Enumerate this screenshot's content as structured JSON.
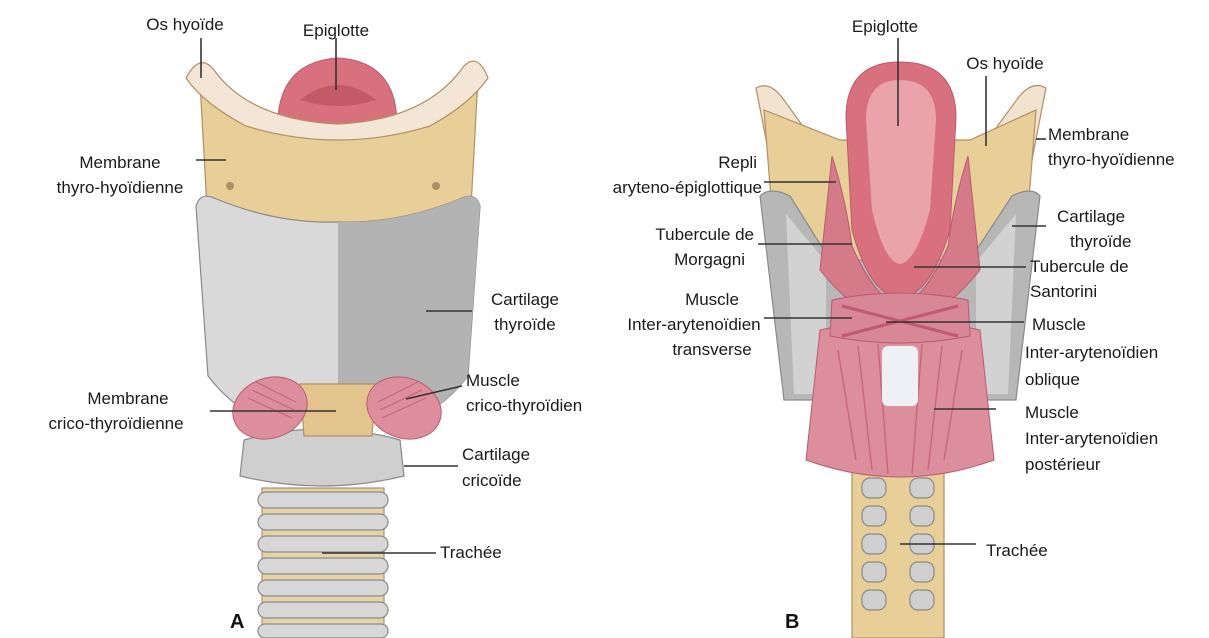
{
  "colors": {
    "cartilage_light": "#e9e9e9",
    "cartilage_dark": "#a9a9a9",
    "bone": "#e8cf98",
    "bone_dark": "#c9a46a",
    "epiglottis": "#d9707e",
    "epiglottis_light": "#eaa3ab",
    "muscle": "#dd8e9c",
    "muscle_dark": "#c6677c",
    "leader": "#333333",
    "text": "#1a1a1a"
  },
  "panels": {
    "A": {
      "letter": "A",
      "labels": {
        "os_hyoide": "Os hyoïde",
        "epiglotte": "Epiglotte",
        "membrane_thyro_1": "Membrane",
        "membrane_thyro_2": "thyro-hyoïdienne",
        "cartilage_thyroide_1": "Cartilage",
        "cartilage_thyroide_2": "thyroïde",
        "membrane_crico_1": "Membrane",
        "membrane_crico_2": "crico-thyroïdienne",
        "muscle_crico_1": "Muscle",
        "muscle_crico_2": "crico-thyroïdien",
        "cartilage_cricoide_1": "Cartilage",
        "cartilage_cricoide_2": "cricoïde",
        "trachee": "Trachée"
      }
    },
    "B": {
      "letter": "B",
      "labels": {
        "epiglotte": "Epiglotte",
        "os_hyoide": "Os hyoïde",
        "membrane_thyro_1": "Membrane",
        "membrane_thyro_2": "thyro-hyoïdienne",
        "repli_1": "Repli",
        "repli_2": "aryteno-épiglottique",
        "cartilage_thyroide_1": "Cartilage",
        "cartilage_thyroide_2": "thyroïde",
        "tubercule_morgagni_1": "Tubercule de",
        "tubercule_morgagni_2": "Morgagni",
        "tubercule_santorini_1": "Tubercule de",
        "tubercule_santorini_2": "Santorini",
        "muscle_transverse_1": "Muscle",
        "muscle_transverse_2": "Inter-arytenoïdien",
        "muscle_transverse_3": "transverse",
        "muscle_oblique_1": "Muscle",
        "muscle_oblique_2": "Inter-arytenoïdien",
        "muscle_oblique_3": "oblique",
        "muscle_posterieur_1": "Muscle",
        "muscle_posterieur_2": "Inter-arytenoïdien",
        "muscle_posterieur_3": "postérieur",
        "trachee": "Trachée"
      }
    }
  }
}
